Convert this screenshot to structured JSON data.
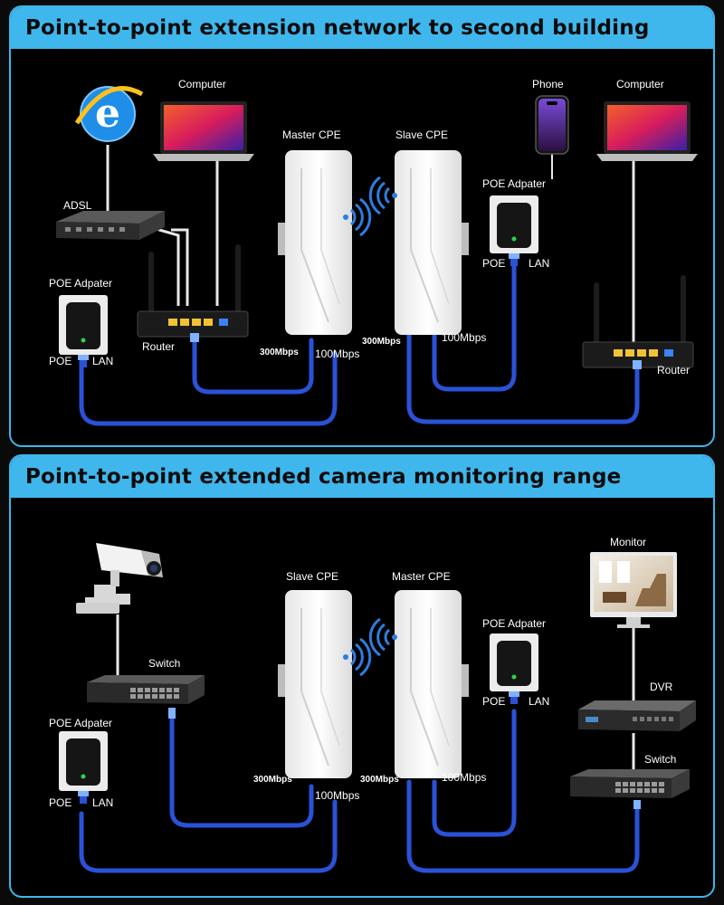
{
  "panel1": {
    "title": "Point-to-point extension network to second building",
    "labels": {
      "computer_left": "Computer",
      "adsl": "ADSL",
      "router_left": "Router",
      "poe_adapter_left": "POE Adpater",
      "poe_left": "POE",
      "lan_left": "LAN",
      "master_cpe": "Master CPE",
      "slave_cpe": "Slave CPE",
      "speed_300_left": "300Mbps",
      "speed_100_left": "100Mbps",
      "speed_300_right": "300Mbps",
      "speed_100_right": "100Mbps",
      "phone": "Phone",
      "computer_right": "Computer",
      "poe_adapter_right": "POE Adpater",
      "poe_right": "POE",
      "lan_right": "LAN",
      "router_right": "Router"
    }
  },
  "panel2": {
    "title": "Point-to-point extended camera monitoring range",
    "labels": {
      "switch_left": "Switch",
      "poe_adapter_left": "POE Adpater",
      "poe_left": "POE",
      "lan_left": "LAN",
      "slave_cpe": "Slave CPE",
      "master_cpe": "Master CPE",
      "speed_300_left": "300Mbps",
      "speed_100_left": "100Mbps",
      "speed_300_right": "300Mbps",
      "speed_100_right": "100Mbps",
      "poe_adapter_right": "POE Adpater",
      "poe_right": "POE",
      "lan_right": "LAN",
      "monitor": "Monitor",
      "dvr": "DVR",
      "switch_right": "Switch"
    }
  },
  "colors": {
    "header_bg": "#3fb7ec",
    "cable": "#2a52d8",
    "wifi": "#2e7de0",
    "ie_blue": "#1e8ee8"
  },
  "icons": [
    "internet-explorer-icon",
    "laptop-icon",
    "phone-icon",
    "router-icon",
    "adsl-modem-icon",
    "poe-adapter-icon",
    "cpe-antenna-icon",
    "wifi-signal-icon",
    "cctv-camera-icon",
    "network-switch-icon",
    "monitor-icon",
    "dvr-icon"
  ]
}
